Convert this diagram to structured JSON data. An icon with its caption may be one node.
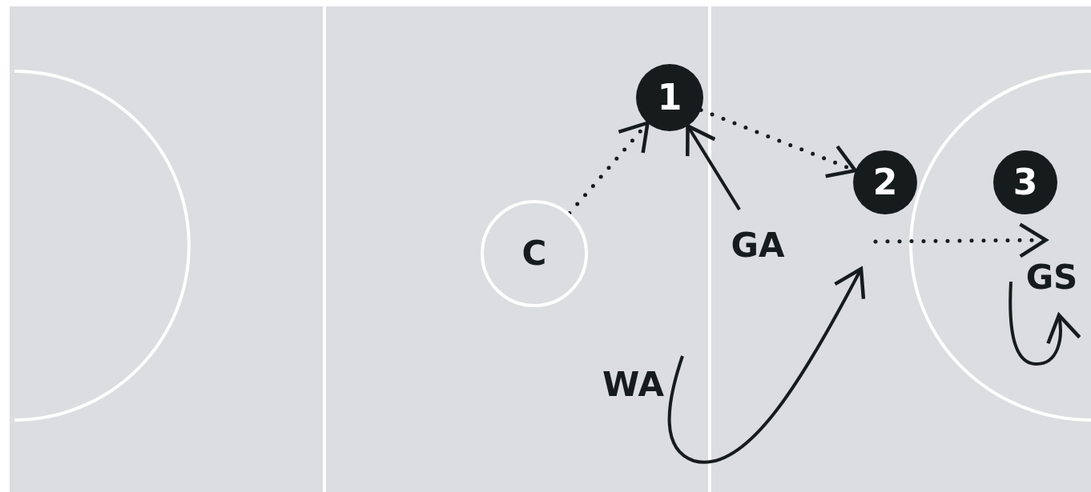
{
  "diagram": {
    "nodes": [
      {
        "text": [
          "1"
        ]
      },
      {
        "text": [
          "2"
        ]
      },
      {
        "text": [
          "3"
        ]
      },
      {
        "text": [
          "C"
        ]
      },
      {
        "text": [
          "GA"
        ]
      },
      {
        "text": [
          "WA"
        ]
      },
      {
        "text": [
          "GS"
        ]
      }
    ],
    "edges": [
      {
        "from": 3,
        "to": 0,
        "arrow": "to",
        "style": "dashed"
      },
      {
        "from": 0,
        "to": 1,
        "arrow": "to",
        "style": "dashed"
      },
      {
        "from": null,
        "to": 6,
        "arrow": "to",
        "style": "dashed"
      },
      {
        "from": 4,
        "to": 0,
        "arrow": "to"
      },
      {
        "from": 5,
        "to": null,
        "arrow": "to"
      },
      {
        "from": null,
        "to": 6,
        "arrow": "to"
      }
    ]
  }
}
